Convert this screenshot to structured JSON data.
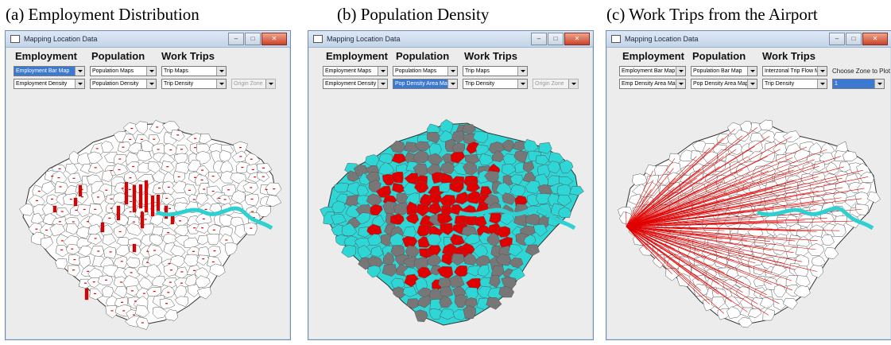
{
  "captions": {
    "a": "(a) Employment Distribution",
    "b": "(b) Population Density",
    "c": "(c) Work Trips from the Airport"
  },
  "window_title": "Mapping Location Data",
  "headers": {
    "employment": "Employment",
    "population": "Population",
    "work_trips": "Work Trips"
  },
  "panel_a": {
    "emp_map": "Employment Bar Map",
    "emp_density": "Employment Density",
    "pop_map": "Population Maps",
    "pop_density": "Population Density",
    "trip_map": "Trip Maps",
    "trip_density": "Trip Density",
    "origin_zone": "Origin Zone"
  },
  "panel_b": {
    "emp_map": "Employment Maps",
    "emp_density": "Employment Density",
    "pop_map": "Population Maps",
    "pop_density": "Pop Density Area Map",
    "trip_map": "Trip Maps",
    "trip_density": "Trip Density",
    "origin_zone": "Origin Zone"
  },
  "panel_c": {
    "emp_map": "Employment Bar Map",
    "emp_density": "Emp Density Area Map",
    "pop_map": "Population Bar Map",
    "pop_density": "Pop Density Area Map",
    "trip_map": "Interzonal Trip Flow Ma",
    "trip_density": "Trip Density",
    "choose_zone_label": "Choose Zone to Plot",
    "zone_value": "1"
  },
  "colors": {
    "zone_fill": "#ffffff",
    "zone_stroke": "#555555",
    "employment_bar": "#e00000",
    "density_high": "#e00000",
    "density_mid": "#777777",
    "density_low": "#2fd6d6",
    "river": "#2fd0d0",
    "trip_line": "#e00000"
  }
}
